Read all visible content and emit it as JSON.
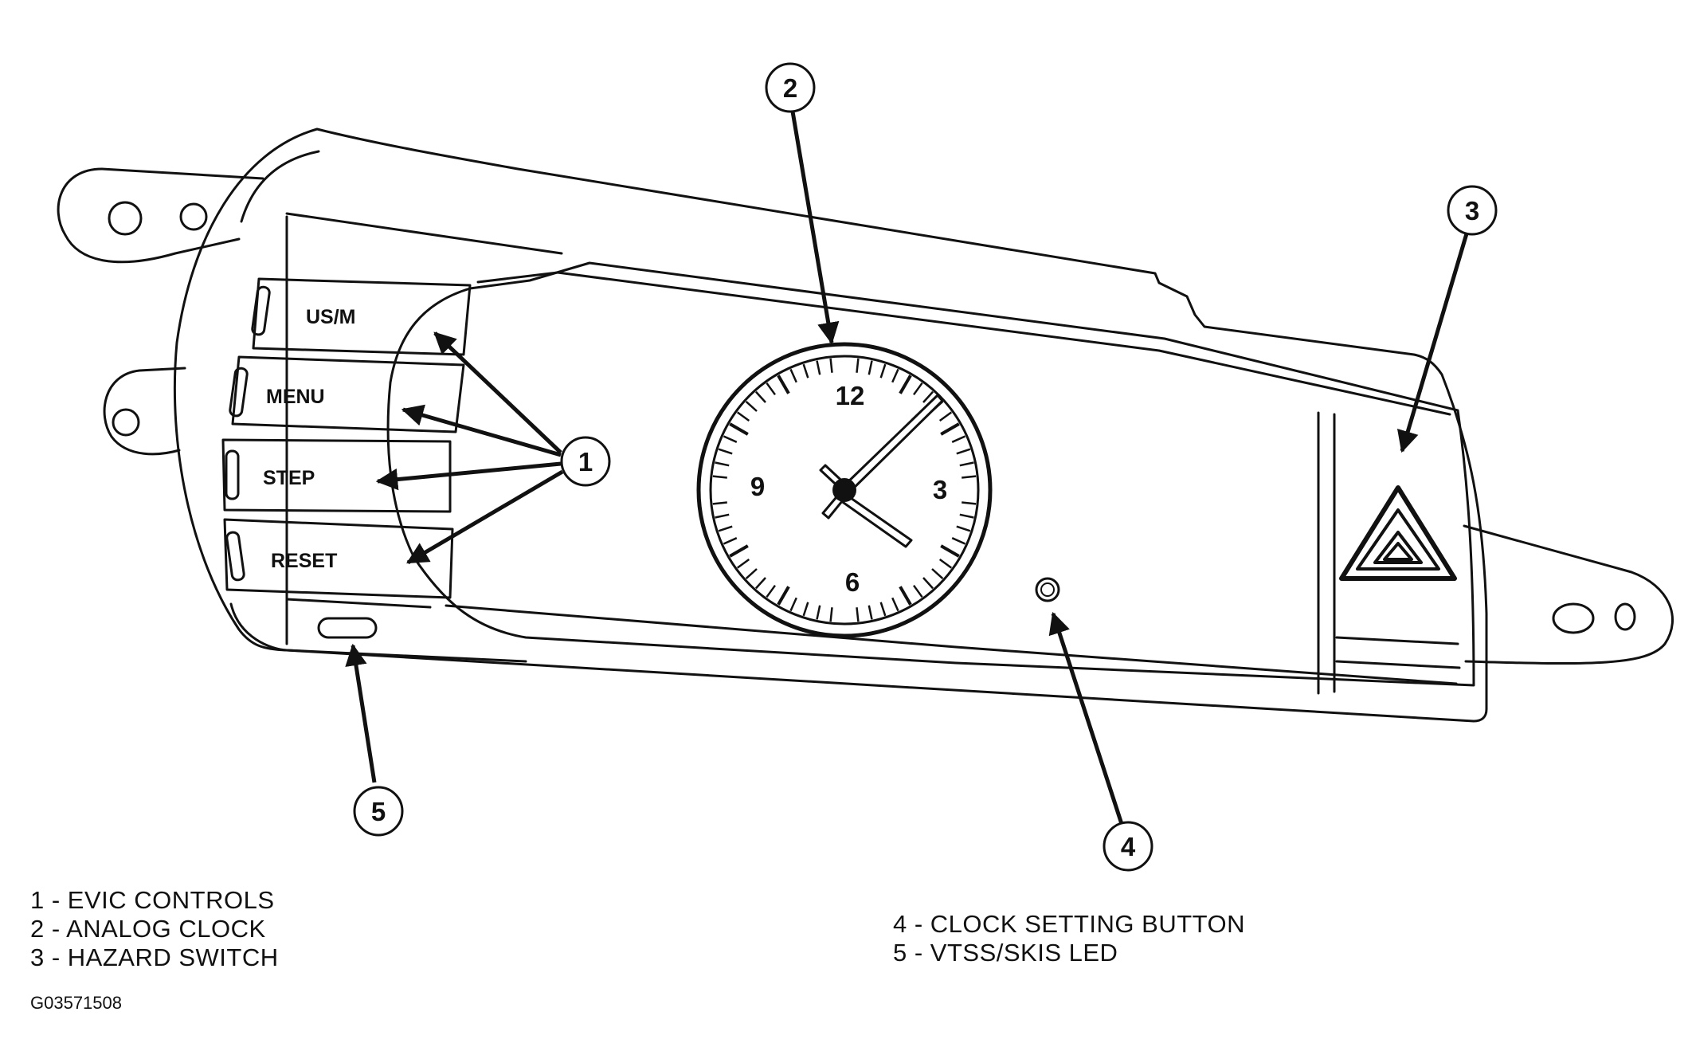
{
  "evic_buttons": [
    "US/M",
    "MENU",
    "STEP",
    "RESET"
  ],
  "clock_numerals": [
    "12",
    "3",
    "6",
    "9"
  ],
  "callouts": [
    "1",
    "2",
    "3",
    "4",
    "5"
  ],
  "legend_left": [
    "1 - EVIC CONTROLS",
    "2 - ANALOG CLOCK",
    "3 - HAZARD SWITCH"
  ],
  "legend_right": [
    "4 - CLOCK SETTING BUTTON",
    "5 - VTSS/SKIS LED"
  ],
  "figure_code": "G03571508"
}
